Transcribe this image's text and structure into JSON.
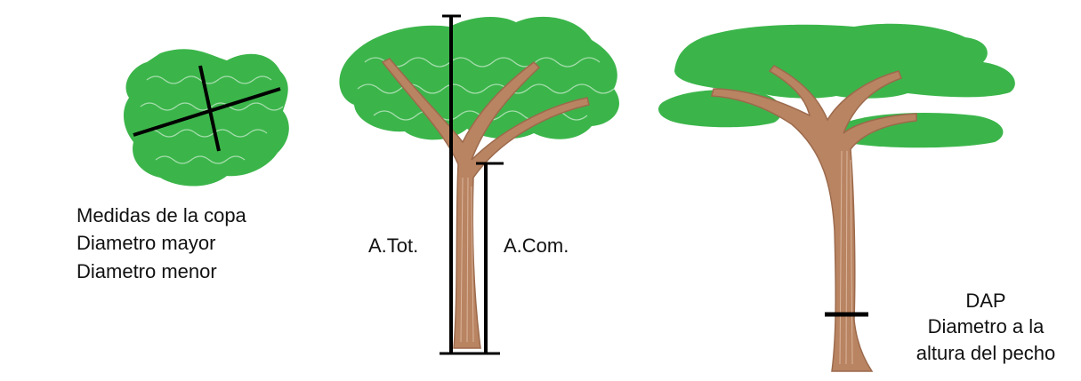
{
  "crown_panel": {
    "title": "Medidas de la copa",
    "line_major": "Diametro mayor",
    "line_minor": "Diametro menor"
  },
  "height_panel": {
    "total_label": "A.Tot.",
    "commercial_label": "A.Com."
  },
  "dbh_panel": {
    "abbrev": "DAP",
    "line_1": "Diametro a la",
    "line_2": "altura del pecho"
  },
  "colors": {
    "foliage": "#3bb54a",
    "foliage_scribble": "#2e9a3d",
    "trunk": "#b98462",
    "trunk_scribble": "#9c6a4c",
    "measure_line": "#000000"
  }
}
